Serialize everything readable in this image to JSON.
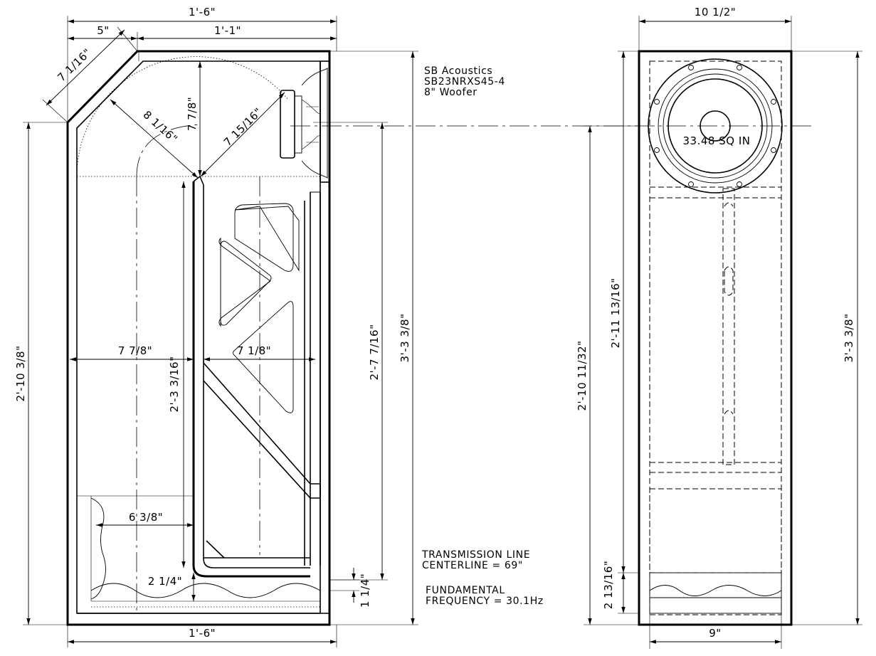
{
  "side_view": {
    "dims": {
      "top_width": "1'-6\"",
      "top_left": "5\"",
      "top_inner": "1'-1\"",
      "chamfer": "7 1/16\"",
      "diag_inner": "8 1/16\"",
      "vert_short": "7 7/8\"",
      "diag_right": "7 15/16\"",
      "left_height": "2'-10 3/8\"",
      "chamber_left": "7 7/8\"",
      "chamber_right": "7 1/8\"",
      "divider_height": "2'-3 3/16\"",
      "line_height": "2'-7 7/16\"",
      "total_height": "3'-3 3/8\"",
      "bottom_stuff": "6 3/8\"",
      "bottom_gap": "2 1/4\"",
      "small_right": "1 1/4\"",
      "bottom_width": "1'-6\""
    }
  },
  "front_view": {
    "dims": {
      "top_width": "10 1/2\"",
      "inner_height": "2'-10 11/32\"",
      "port_height": "2'-11 13/16\"",
      "total_height": "3'-3 3/8\"",
      "bottom_small": "2 13/16\"",
      "bottom_width": "9\""
    },
    "driver_area": "33.48 SQ IN"
  },
  "notes": {
    "driver_line1": "SB Acoustics",
    "driver_line2": "SB23NRXS45-4",
    "driver_line3": "8\" Woofer",
    "tl_line1": "TRANSMISSION LINE",
    "tl_line2": "CENTERLINE = 69\"",
    "freq_line1": "FUNDAMENTAL",
    "freq_line2": "FREQUENCY = 30.1Hz"
  }
}
